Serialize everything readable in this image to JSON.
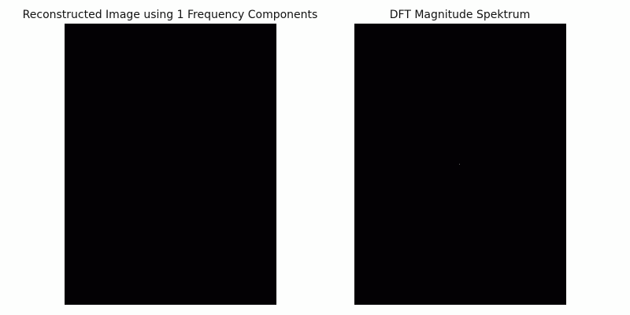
{
  "panels": [
    {
      "title": "Reconstructed Image using 1 Frequency Components",
      "image": "dark reconstructed image",
      "fill_color": "#030104"
    },
    {
      "title": "DFT Magnitude Spektrum",
      "image": "dark magnitude spectrum with single bright center point",
      "fill_color": "#030104"
    }
  ],
  "colors": {
    "background": "#fdfefd",
    "image_dark": "#030104",
    "dc_point": "#6a6a6a",
    "title_text": "#111111"
  }
}
